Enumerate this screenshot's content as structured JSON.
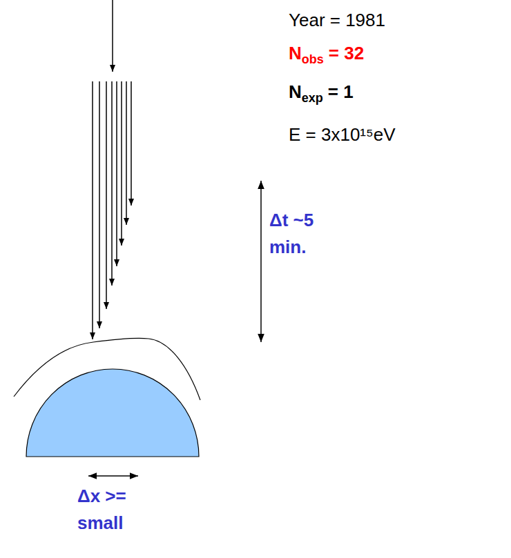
{
  "diagram": {
    "labels": [
      "Year = 1981",
      "N",
      "obs",
      "= 32",
      "N",
      "exp",
      "= 1",
      "E = 3x10¹⁵eV",
      "Δt ~5 min.",
      "Δx >= small"
    ]
  }
}
